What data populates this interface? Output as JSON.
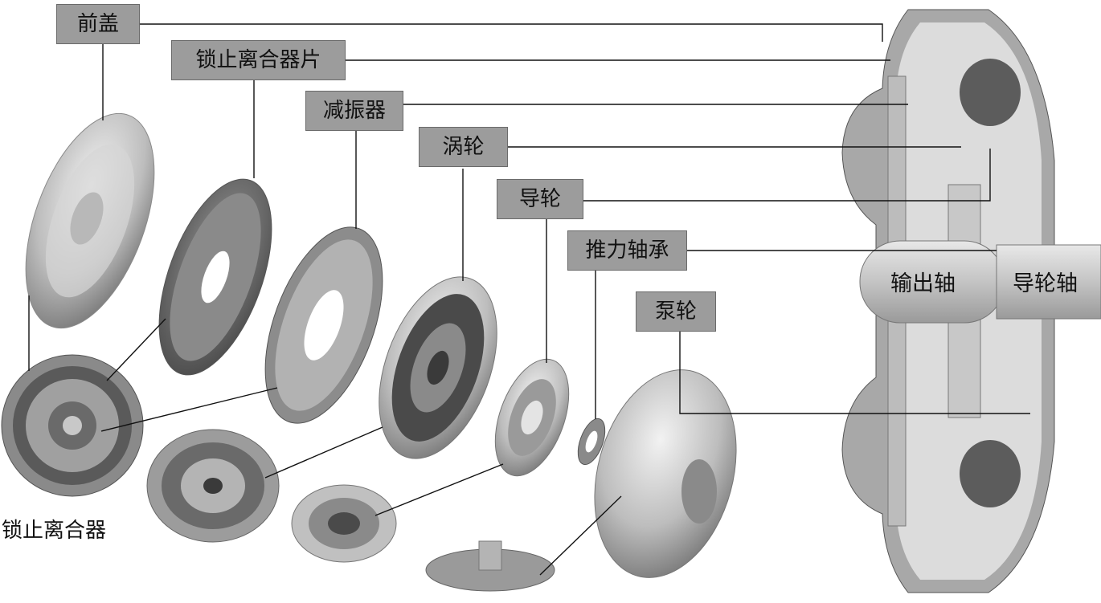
{
  "labels": {
    "front_cover": "前盖",
    "lockup_plate": "锁止离合器片",
    "damper": "减振器",
    "turbine": "涡轮",
    "stator": "导轮",
    "thrust_bearing": "推力轴承",
    "pump": "泵轮",
    "lockup_clutch": "锁止离合器",
    "output_shaft": "输出轴",
    "stator_shaft": "导轮轴"
  }
}
